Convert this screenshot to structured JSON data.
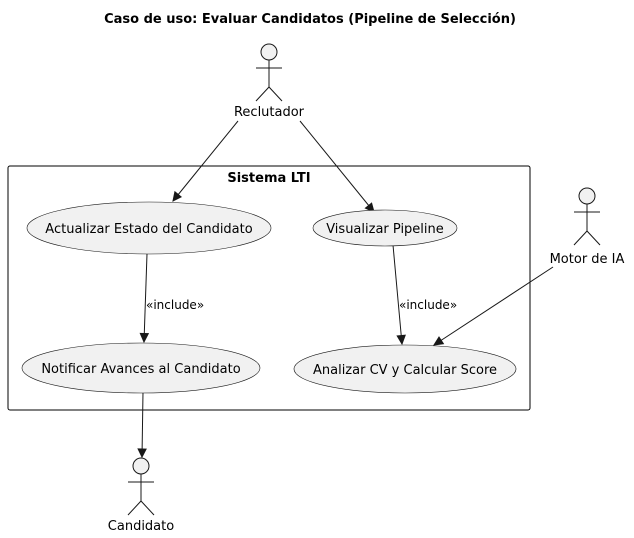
{
  "diagram": {
    "title": "Caso de uso: Evaluar Candidatos (Pipeline de Selección)",
    "system": {
      "name": "Sistema LTI"
    },
    "actors": {
      "reclutador": "Reclutador",
      "motor_ia": "Motor de IA",
      "candidato": "Candidato"
    },
    "use_cases": {
      "actualizar_estado": "Actualizar Estado del Candidato",
      "visualizar_pipeline": "Visualizar Pipeline",
      "notificar_avances": "Notificar Avances al Candidato",
      "analizar_cv": "Analizar CV y Calcular Score"
    },
    "relations": [
      {
        "from": "Reclutador",
        "to": "Actualizar Estado del Candidato",
        "type": "association"
      },
      {
        "from": "Reclutador",
        "to": "Visualizar Pipeline",
        "type": "association"
      },
      {
        "from": "Actualizar Estado del Candidato",
        "to": "Notificar Avances al Candidato",
        "type": "include",
        "label": "«include»"
      },
      {
        "from": "Visualizar Pipeline",
        "to": "Analizar CV y Calcular Score",
        "type": "include",
        "label": "«include»"
      },
      {
        "from": "Motor de IA",
        "to": "Analizar CV y Calcular Score",
        "type": "association"
      },
      {
        "from": "Notificar Avances al Candidato",
        "to": "Candidato",
        "type": "association"
      }
    ]
  }
}
